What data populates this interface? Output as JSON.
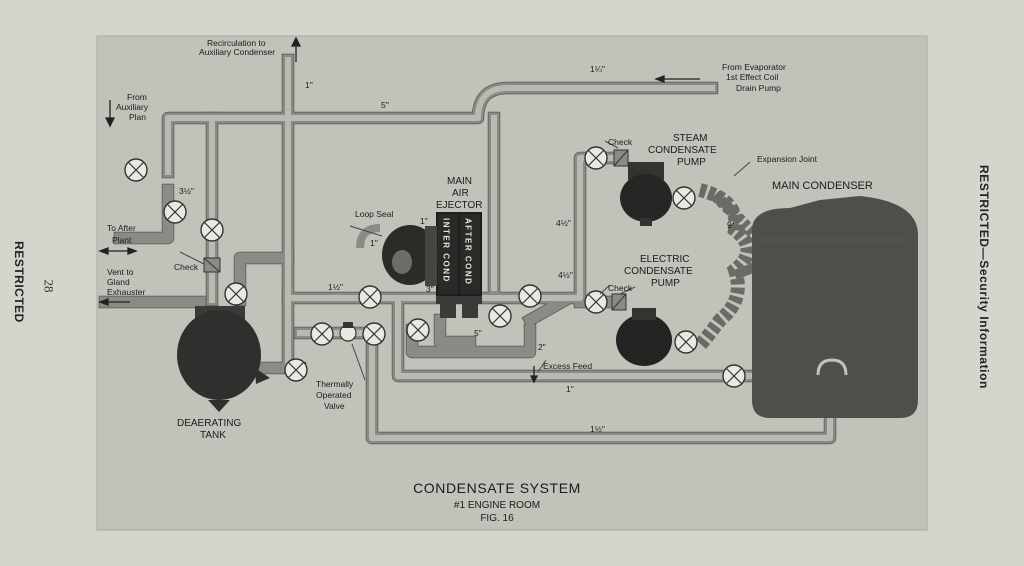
{
  "page": {
    "page_number": "28",
    "left_margin_marking": "RESTRICTED",
    "right_margin_marking": "RESTRICTED—Security Information"
  },
  "caption": {
    "title": "CONDENSATE SYSTEM",
    "subtitle": "#1 ENGINE ROOM",
    "figure": "FIG. 16"
  },
  "components": {
    "deaerating_tank": [
      "DEAERATING",
      "TANK"
    ],
    "main_air_ejector": [
      "MAIN",
      "AIR",
      "EJECTOR"
    ],
    "inter_cond": "INTER COND",
    "after_cond": "AFTER COND",
    "steam_condensate_pump": [
      "STEAM",
      "CONDENSATE",
      "PUMP"
    ],
    "electric_condensate_pump": [
      "ELECTRIC",
      "CONDENSATE",
      "PUMP"
    ],
    "main_condenser": "MAIN CONDENSER"
  },
  "labels": {
    "recirculation": [
      "Recirculation to",
      "Auxiliary Condenser"
    ],
    "from_evaporator": [
      "From Evaporator",
      "1st Effect Coil",
      "Drain Pump"
    ],
    "from_auxiliary": [
      "From",
      "Auxiliary",
      "Plan"
    ],
    "to_after_plant": [
      "To After",
      "Plant"
    ],
    "vent": [
      "Vent to",
      "Gland",
      "Exhauster"
    ],
    "check_left": "Check",
    "check_steam": "Check",
    "check_electric": "Check",
    "loop_seal": "Loop Seal",
    "expansion_joint": "Expansion Joint",
    "excess_feed": "Excess Feed",
    "thermally_operated": [
      "Thermally",
      "Operated",
      "Valve"
    ],
    "nine_star": "9*"
  },
  "pipe_sizes": {
    "one_inch_recirc": "1\"",
    "five_top": "5\"",
    "one_quarter_top": "1¼\"",
    "three_half_left": "3½\"",
    "one_inch_loop": "1\"",
    "one_inch_loop_side": "1\"",
    "one_half_mid": "1½\"",
    "three_mid": "3\"",
    "five_mid": "5\"",
    "four_half_upper": "4½\"",
    "four_half_lower": "4½\"",
    "two_excess": "2\"",
    "one_inch_bottom": "1\"",
    "one_half_bottom": "1½\""
  }
}
